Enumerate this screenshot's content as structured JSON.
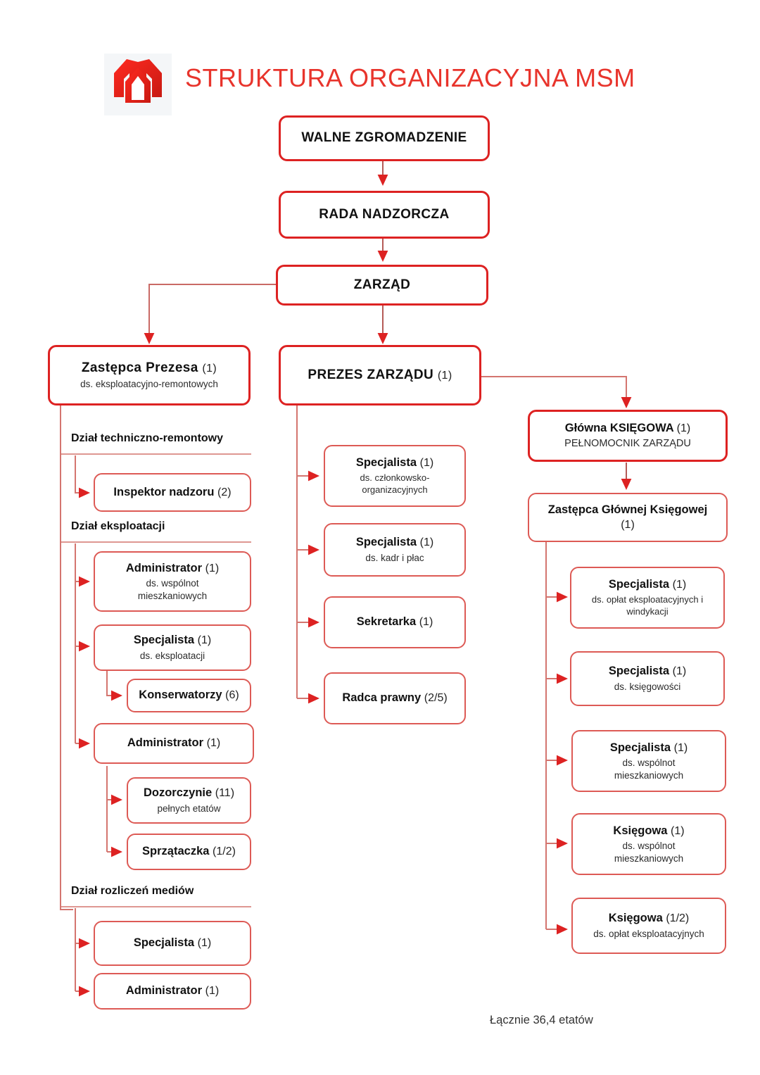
{
  "header": {
    "title": "STRUKTURA   ORGANIZACYJNA MSM",
    "logo_icon": "double-house-logo-icon",
    "brand_color": "#e8342c"
  },
  "footer": {
    "total_label": "Łącznie 36,4 etatów"
  },
  "top_chain": [
    {
      "id": "walne",
      "title": "WALNE ZGROMADZENIE",
      "subtitle": "",
      "count": ""
    },
    {
      "id": "rada",
      "title": "RADA NADZORCZA",
      "subtitle": "",
      "count": ""
    },
    {
      "id": "zarzad",
      "title": "ZARZĄD",
      "subtitle": "",
      "count": ""
    }
  ],
  "level2": [
    {
      "id": "zastepca-prezesa",
      "title": "Zastępca Prezesa",
      "count": "(1)",
      "subtitle": "ds. eksploatacyjno-remontowych"
    },
    {
      "id": "prezes-zarzadu",
      "title": "PREZES ZARZĄDU",
      "count": "(1)",
      "subtitle": ""
    },
    {
      "id": "glowna-ksiegowa",
      "title": "Główna   KSIĘGOWA",
      "count": "(1)",
      "subtitle": "PEŁNOMOCNIK ZARZĄDU"
    }
  ],
  "left_branch": {
    "parent": "zastepca-prezesa",
    "departments": [
      {
        "id": "dzial-techniczno-remontowy",
        "label": "Dział techniczno-remontowy"
      },
      {
        "id": "dzial-eksploatacji",
        "label": "Dział eksploatacji"
      },
      {
        "id": "dzial-rozliczen-mediow",
        "label": "Dział rozliczeń mediów"
      }
    ],
    "items": [
      {
        "id": "inspektor-nadzoru",
        "title": "Inspektor nadzoru",
        "count": "(2)",
        "subtitle": ""
      },
      {
        "id": "administrator-wm",
        "title": "Administrator",
        "count": "(1)",
        "subtitle": "ds. wspólnot\nmieszkaniowych"
      },
      {
        "id": "specjalista-ekspl",
        "title": "Specjalista",
        "count": "(1)",
        "subtitle": "ds. eksploatacji"
      },
      {
        "id": "konserwatorzy",
        "title": "Konserwatorzy",
        "count": "(6)",
        "subtitle": ""
      },
      {
        "id": "administrator-2",
        "title": "Administrator",
        "count": "(1)",
        "subtitle": ""
      },
      {
        "id": "dozorczynie",
        "title": "Dozorczynie",
        "count": "(11)",
        "subtitle": "pełnych etatów"
      },
      {
        "id": "sprzataczka",
        "title": "Sprzątaczka",
        "count": "(1/2)",
        "subtitle": ""
      },
      {
        "id": "specjalista-media",
        "title": "Specjalista",
        "count": "(1)",
        "subtitle": ""
      },
      {
        "id": "administrator-media",
        "title": "Administrator",
        "count": "(1)",
        "subtitle": ""
      }
    ]
  },
  "middle_branch": {
    "parent": "prezes-zarzadu",
    "items": [
      {
        "id": "specjalista-czlonkowsko",
        "title": "Specjalista",
        "count": "(1)",
        "subtitle": "ds. członkowsko-\norganizacyjnych"
      },
      {
        "id": "specjalista-kadry",
        "title": "Specjalista",
        "count": "(1)",
        "subtitle": "ds. kadr i płac"
      },
      {
        "id": "sekretarka",
        "title": "Sekretarka",
        "count": "(1)",
        "subtitle": ""
      },
      {
        "id": "radca-prawny",
        "title": "Radca prawny",
        "count": "(2/5)",
        "subtitle": ""
      }
    ]
  },
  "right_branch": {
    "parent": "glowna-ksiegowa",
    "deputy": {
      "id": "zastepca-glownej-ksiegowej",
      "title": "Zastępca Głównej Księgowej",
      "count": "(1)",
      "subtitle": ""
    },
    "items": [
      {
        "id": "specjalista-oplaty",
        "title": "Specjalista",
        "count": "(1)",
        "subtitle": "ds. opłat eksploatacyjnych i\nwindykacji"
      },
      {
        "id": "specjalista-ksieg",
        "title": "Specjalista",
        "count": "(1)",
        "subtitle": "ds. księgowości"
      },
      {
        "id": "specjalista-wm",
        "title": "Specjalista",
        "count": "(1)",
        "subtitle": "ds. wspólnot\nmieszkaniowych"
      },
      {
        "id": "ksiegowa-wm",
        "title": "Księgowa",
        "count": "(1)",
        "subtitle": "ds. wspólnot\nmieszkaniowych"
      },
      {
        "id": "ksiegowa-oplaty",
        "title": "Księgowa",
        "count": "(1/2)",
        "subtitle": "ds. opłat eksploatacyjnych"
      }
    ]
  },
  "colors": {
    "line_strong": "#dd2222",
    "line_soft": "#d4756f",
    "box_border_strong": "#dd2222",
    "box_border_soft": "#dd5a55"
  }
}
